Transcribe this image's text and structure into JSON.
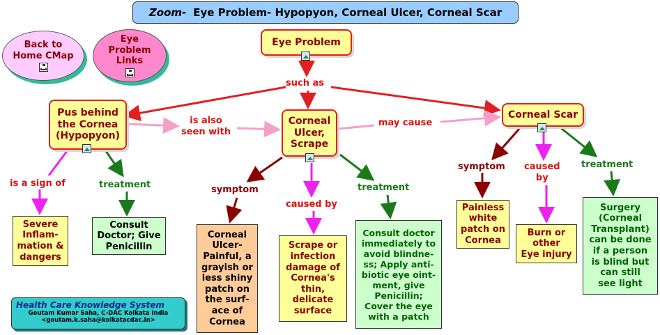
{
  "title": {
    "prefix": "Zoom-",
    "text": "Eye Problem- Hypopyon, Corneal Ulcer, Corneal Scar"
  },
  "nav": {
    "home": [
      "Back to",
      "Home CMap"
    ],
    "links": [
      "Eye",
      "Problem",
      "Links"
    ]
  },
  "concepts": {
    "eye_problem": "Eye Problem",
    "hypopyon": [
      "Pus behind",
      "the Cornea",
      "(Hypopyon)"
    ],
    "ulcer": [
      "Corneal",
      "Ulcer,",
      "Scrape"
    ],
    "scar": "Corneal Scar"
  },
  "links": {
    "such_as": "such as",
    "also_seen": [
      "is also",
      "seen with"
    ],
    "may_cause": "may cause",
    "sign_of": "is a sign of",
    "treatment": "treatment",
    "symptom": "symptom",
    "caused_by": "caused by",
    "caused_by_split": [
      "caused",
      "by"
    ]
  },
  "leaves": {
    "severe": [
      "Severe",
      "Inflam-",
      "mation &",
      "dangers"
    ],
    "consult": [
      "Consult",
      "Doctor; Give",
      "Penicillin"
    ],
    "ulcer_symptom": [
      "Corneal",
      "Ulcer-",
      "Painful, a",
      "grayish or",
      "less shiny",
      "patch on",
      "the surf-",
      "ace of",
      "Cornea"
    ],
    "ulcer_cause": [
      "Scrape or",
      "infection",
      "damage of",
      "Cornea's",
      "thin,",
      "delicate",
      "surface"
    ],
    "ulcer_treatment": [
      "Consult doctor",
      "immediately to",
      "avoid blindne-",
      "ss; Apply anti-",
      "biotic eye oint-",
      "ment, give",
      "Penicillin;",
      "Cover the eye",
      "with a patch"
    ],
    "scar_symptom": [
      "Painless",
      "white",
      "patch on",
      "Cornea"
    ],
    "scar_cause": [
      "Burn or",
      "other",
      "Eye injury"
    ],
    "scar_treatment": [
      "Surgery",
      "(Corneal",
      "Transplant)",
      "can be done",
      "if a person",
      "is blind but",
      "can still",
      "see light"
    ]
  },
  "credit": {
    "line1": "Health Care Knowledge System",
    "line2": "Goutam Kumar Saha, C-DAC Kolkata India",
    "line3": "<goutam.k.saha@kolkatacdac.in>"
  },
  "colors": {
    "red": "#e02020",
    "pink": "#f4a0c8",
    "dark_red": "#8b0000",
    "magenta": "#ee22ee",
    "green": "#1a7a1a",
    "title_bg": "#99ccff",
    "credit_bg": "#33cccc"
  }
}
